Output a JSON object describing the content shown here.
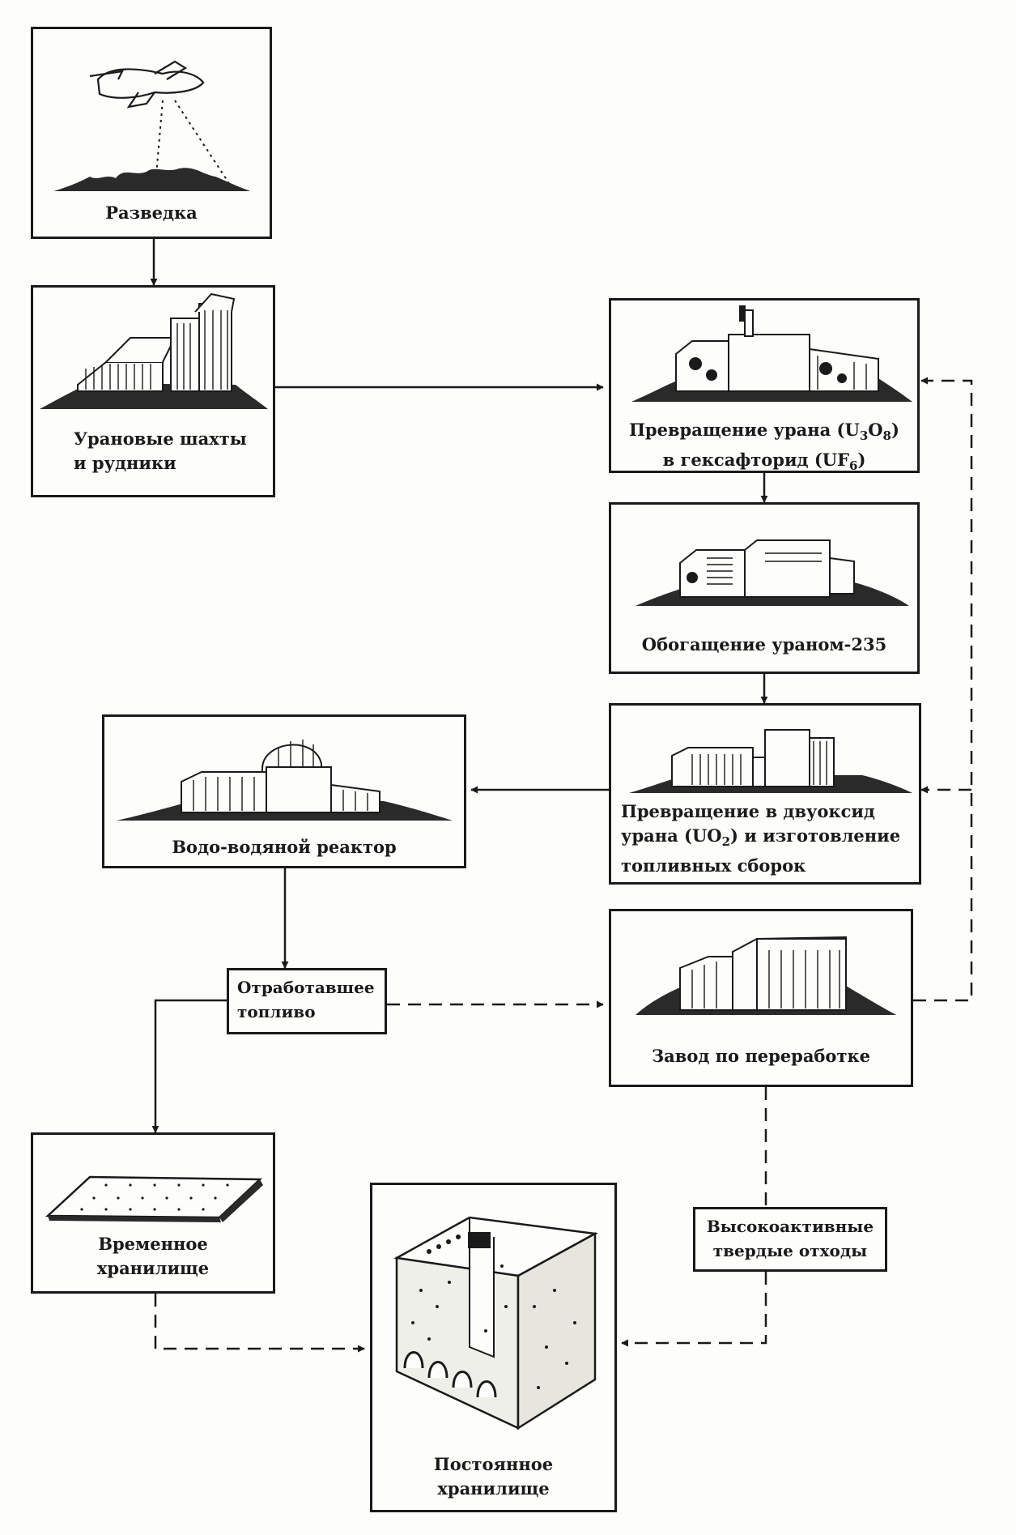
{
  "nodes": {
    "exploration": {
      "label": "Разведка"
    },
    "mines": {
      "line1": "Урановые шахты",
      "line2": "и рудники"
    },
    "conversion": {
      "line1_pre": "Превращение урана (U",
      "line1_sub1": "3",
      "line1_mid": "O",
      "line1_sub2": "8",
      "line1_post": ")",
      "line2_pre": "в гексафторид (UF",
      "line2_sub": "6",
      "line2_post": ")"
    },
    "enrichment": {
      "label": "Обогащение ураном-235"
    },
    "fabrication": {
      "line1": "Превращение в двуоксид",
      "line2_pre": "урана (UO",
      "line2_sub": "2",
      "line2_post": ") и изготовление",
      "line3": "топливных сборок"
    },
    "reactor": {
      "label": "Водо-водяной реактор"
    },
    "spent_fuel": {
      "line1": "Отработавшее",
      "line2": "топливо"
    },
    "reprocessing": {
      "label": "Завод по переработке"
    },
    "temporary_storage": {
      "line1": "Временное",
      "line2": "хранилище"
    },
    "hlw": {
      "line1": "Высокоактивные",
      "line2": "твердые отходы"
    },
    "permanent_storage": {
      "line1": "Постоянное",
      "line2": "хранилище"
    }
  }
}
